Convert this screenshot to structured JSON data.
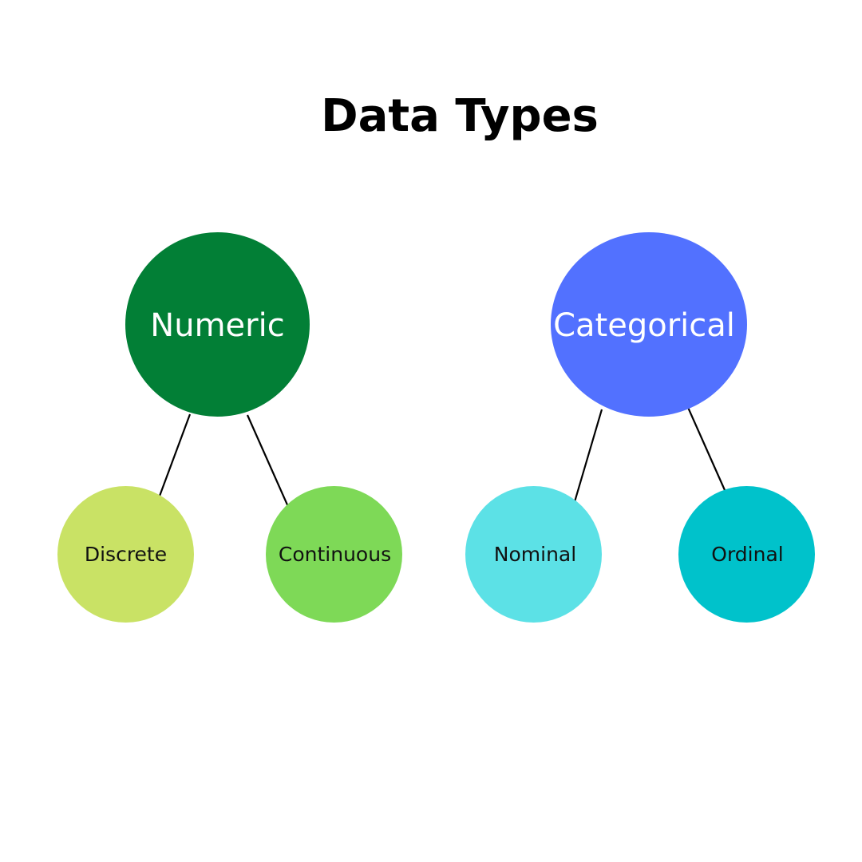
{
  "title": "Data Types",
  "colors": {
    "numeric": "#027f36",
    "categorical": "#5271ff",
    "discrete": "#c9e265",
    "continuous": "#7ed957",
    "nominal": "#5ce1e6",
    "ordinal": "#00c2cb",
    "connector": "#000000"
  },
  "nodes": {
    "numeric": {
      "label": "Numeric"
    },
    "categorical": {
      "label": "Categorical"
    },
    "discrete": {
      "label": "Discrete"
    },
    "continuous": {
      "label": "Continuous"
    },
    "nominal": {
      "label": "Nominal"
    },
    "ordinal": {
      "label": "Ordinal"
    }
  },
  "edges": [
    {
      "from": "numeric",
      "to": "discrete"
    },
    {
      "from": "numeric",
      "to": "continuous"
    },
    {
      "from": "categorical",
      "to": "nominal"
    },
    {
      "from": "categorical",
      "to": "ordinal"
    }
  ]
}
